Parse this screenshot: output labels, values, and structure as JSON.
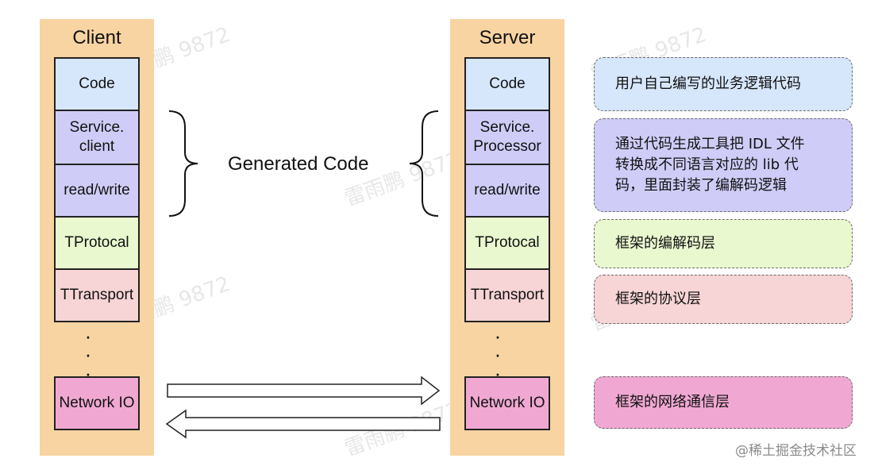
{
  "client": {
    "title": "Client",
    "layers": {
      "code": "Code",
      "service": "Service.\nclient",
      "readwrite": "read/write",
      "protocol": "TProtocal",
      "transport": "TTransport",
      "network": "Network IO"
    }
  },
  "server": {
    "title": "Server",
    "layers": {
      "code": "Code",
      "service": "Service.\nProcessor",
      "readwrite": "read/write",
      "protocol": "TProtocal",
      "transport": "TTransport",
      "network": "Network IO"
    }
  },
  "generated_code_label": "Generated Code",
  "descriptions": {
    "code": "用户自己编写的业务逻辑代码",
    "idl": "通过代码生成工具把 IDL 文件\n转换成不同语言对应的 lib 代\n码，里面封装了编解码逻辑",
    "protocol": "框架的编解码层",
    "transport": "框架的协议层",
    "network": "框架的网络通信层"
  },
  "footer": "@稀土掘金技术社区",
  "watermark": "雷雨鹏 9872",
  "colors": {
    "column_bg": "#f8d4a2",
    "code": "#d6e6fb",
    "generated": "#cfcdf7",
    "protocol": "#e9f8cf",
    "transport": "#f7d4d5",
    "network": "#f0a8d2"
  }
}
